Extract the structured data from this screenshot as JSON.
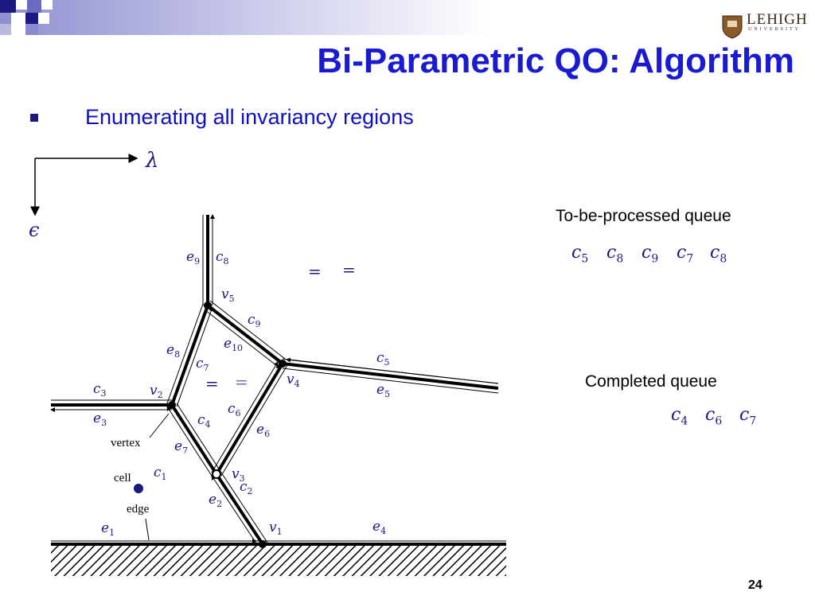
{
  "header": {
    "title": "Bi-Parametric QO: Algorithm"
  },
  "logo": {
    "text": "LEHIGH",
    "subtext": "UNIVERSITY"
  },
  "bullets": [
    {
      "text": "Enumerating all invariancy regions"
    }
  ],
  "axes": {
    "horizontal": "λ",
    "vertical": "ϵ"
  },
  "to_be_processed": {
    "title": "To-be-processed queue",
    "items": [
      {
        "sym": "c",
        "sub": "5"
      },
      {
        "sym": "c",
        "sub": "8"
      },
      {
        "sym": "c",
        "sub": "9"
      },
      {
        "sym": "c",
        "sub": "7"
      },
      {
        "sym": "c",
        "sub": "8"
      }
    ]
  },
  "completed": {
    "title": "Completed queue",
    "items": [
      {
        "sym": "c",
        "sub": "4"
      },
      {
        "sym": "c",
        "sub": "6"
      },
      {
        "sym": "c",
        "sub": "7"
      }
    ]
  },
  "diagram": {
    "vertices": [
      {
        "sym": "v",
        "sub": "1"
      },
      {
        "sym": "v",
        "sub": "2"
      },
      {
        "sym": "v",
        "sub": "3"
      },
      {
        "sym": "v",
        "sub": "4"
      },
      {
        "sym": "v",
        "sub": "5"
      }
    ],
    "edges": [
      {
        "sym": "e",
        "sub": "1"
      },
      {
        "sym": "e",
        "sub": "2"
      },
      {
        "sym": "e",
        "sub": "3"
      },
      {
        "sym": "e",
        "sub": "4"
      },
      {
        "sym": "e",
        "sub": "5"
      },
      {
        "sym": "e",
        "sub": "6"
      },
      {
        "sym": "e",
        "sub": "7"
      },
      {
        "sym": "e",
        "sub": "8"
      },
      {
        "sym": "e",
        "sub": "9"
      },
      {
        "sym": "e",
        "sub": "10"
      }
    ],
    "cells": [
      {
        "sym": "c",
        "sub": "1"
      },
      {
        "sym": "c",
        "sub": "2"
      },
      {
        "sym": "c",
        "sub": "3"
      },
      {
        "sym": "c",
        "sub": "4"
      },
      {
        "sym": "c",
        "sub": "5"
      },
      {
        "sym": "c",
        "sub": "6"
      },
      {
        "sym": "c",
        "sub": "7"
      },
      {
        "sym": "c",
        "sub": "8"
      },
      {
        "sym": "c",
        "sub": "9"
      }
    ],
    "legend": {
      "vertex": "vertex",
      "cell": "cell",
      "edge": "edge"
    },
    "equals": "="
  },
  "page_number": "24"
}
